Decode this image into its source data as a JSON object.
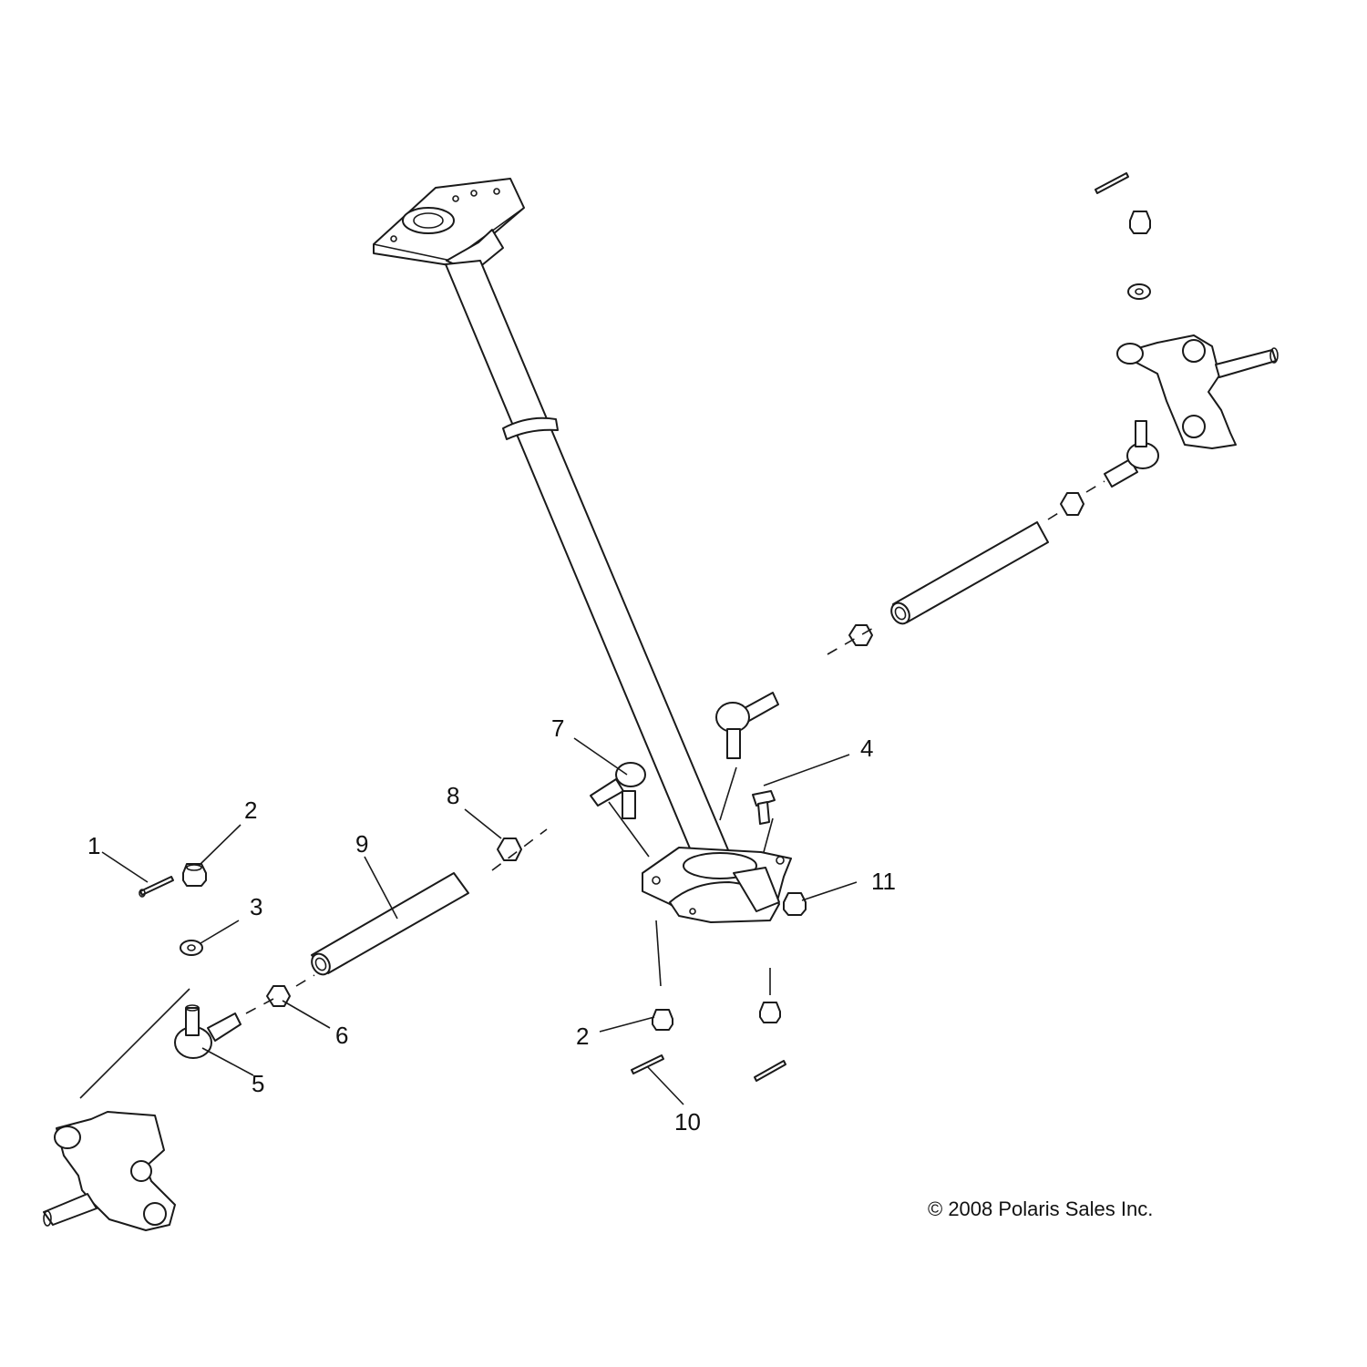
{
  "diagram": {
    "callouts": [
      {
        "id": "c1",
        "label": "1"
      },
      {
        "id": "c2a",
        "label": "2"
      },
      {
        "id": "c3",
        "label": "3"
      },
      {
        "id": "c4",
        "label": "4"
      },
      {
        "id": "c5",
        "label": "5"
      },
      {
        "id": "c6",
        "label": "6"
      },
      {
        "id": "c7",
        "label": "7"
      },
      {
        "id": "c8",
        "label": "8"
      },
      {
        "id": "c9",
        "label": "9"
      },
      {
        "id": "c10",
        "label": "10"
      },
      {
        "id": "c11",
        "label": "11"
      },
      {
        "id": "c2b",
        "label": "2"
      }
    ],
    "copyright": "© 2008 Polaris Sales Inc."
  }
}
